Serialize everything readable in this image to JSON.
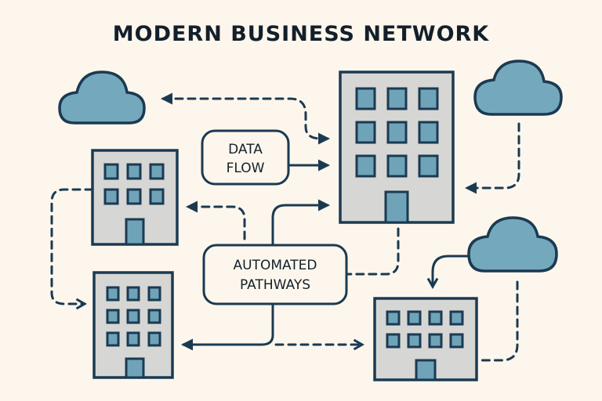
{
  "title": "MODERN BUSINESS NETWORK",
  "labels": {
    "data_flow_line1": "DATA",
    "data_flow_line2": "FLOW",
    "automated_line1": "AUTOMATED",
    "automated_line2": "PATHWAYS"
  },
  "colors": {
    "background": "#fdf6ec",
    "stroke": "#1b3a52",
    "building_fill": "#d6d6d4",
    "window_fill": "#6fa3b8",
    "cloud_fill": "#74a8bd",
    "text": "#13202b"
  },
  "nodes": {
    "buildings": [
      "main-building",
      "left-building-upper",
      "left-building-lower",
      "right-building-lower"
    ],
    "clouds": [
      "cloud-top-left",
      "cloud-top-right",
      "cloud-bottom-right"
    ],
    "labels": [
      "data-flow-box",
      "automated-pathways-box"
    ]
  }
}
